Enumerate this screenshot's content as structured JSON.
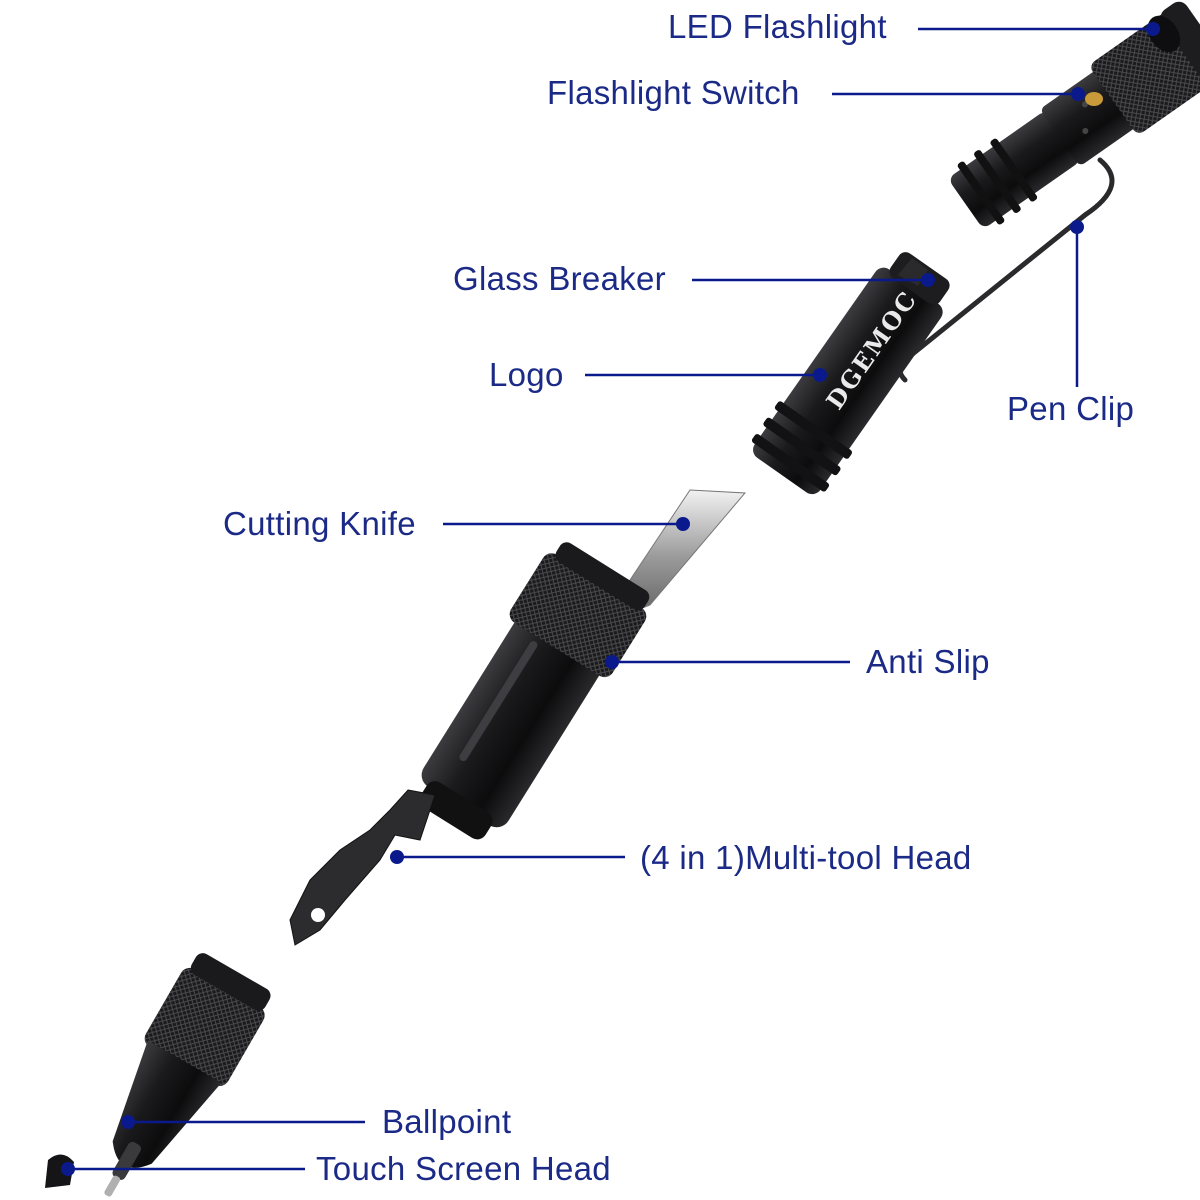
{
  "labels": {
    "led_flashlight": "LED Flashlight",
    "flashlight_switch": "Flashlight Switch",
    "glass_breaker": "Glass Breaker",
    "logo": "Logo",
    "pen_clip": "Pen Clip",
    "cutting_knife": "Cutting Knife",
    "anti_slip": "Anti Slip",
    "multi_tool_head": "(4 in 1)Multi-tool Head",
    "ballpoint": "Ballpoint",
    "touch_screen_head": "Touch Screen Head"
  },
  "body_text": {
    "brand_logo": "DGEMOC"
  },
  "colors": {
    "label_text": "#1b2a86",
    "leader_line": "#0a1a8c",
    "pen_body": "#1c1c1e",
    "background": "#ffffff"
  }
}
